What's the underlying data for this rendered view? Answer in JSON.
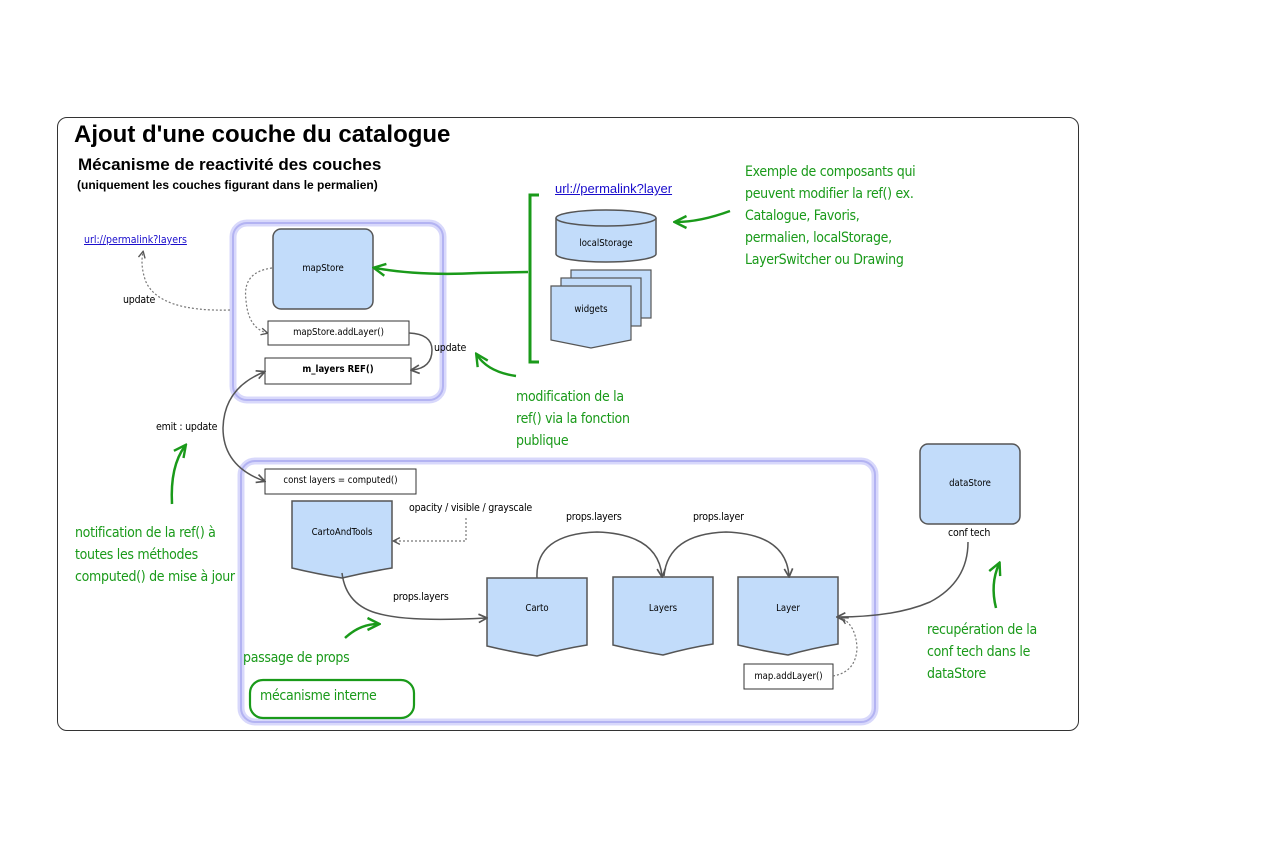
{
  "title": "Ajout d'une couche du catalogue",
  "subtitle": "Mécanisme de reactivité des couches",
  "subtitle_note": "(uniquement les couches figurant dans le permalien)",
  "links": {
    "permalink_layers": "url://permalink?layers",
    "permalink_layer": "url://permalink?layer"
  },
  "nodes": {
    "mapStore": "mapStore",
    "addLayer": "mapStore.addLayer()",
    "m_layers": "m_layers REF()",
    "localStorage": "localStorage",
    "widgets": "widgets",
    "computed": "const layers = computed()",
    "cartoAndTools": "CartoAndTools",
    "carto": "Carto",
    "layers": "Layers",
    "layer": "Layer",
    "mapAddLayer": "map.addLayer()",
    "dataStore": "dataStore"
  },
  "edge_labels": {
    "update_left": "update",
    "update_right": "update",
    "emit_update": "emit : update",
    "opacity": "opacity / visible / grayscale",
    "props_layers_1": "props.layers",
    "props_layers_2": "props.layers",
    "props_layer": "props.layer",
    "conf_tech": "conf tech"
  },
  "notes": {
    "exemple": "Exemple de composants qui peuvent modifier la ref() ex. Catalogue, Favoris, permalien, localStorage, LayerSwitcher ou Drawing",
    "modification": "modification de la ref() via la fonction publique",
    "notification": "notification de la ref() à toutes les méthodes computed() de mise à jour",
    "passage": "passage de props",
    "mecanisme": "mécanisme interne",
    "recuperation": "recupération de la conf tech dans le dataStore"
  },
  "colors": {
    "box_fill": "#c2dcfa",
    "box_stroke": "#555555",
    "annotation_green": "#1a9a1a",
    "glow": "#b3b3f2",
    "link_blue": "#1a0dcc"
  }
}
